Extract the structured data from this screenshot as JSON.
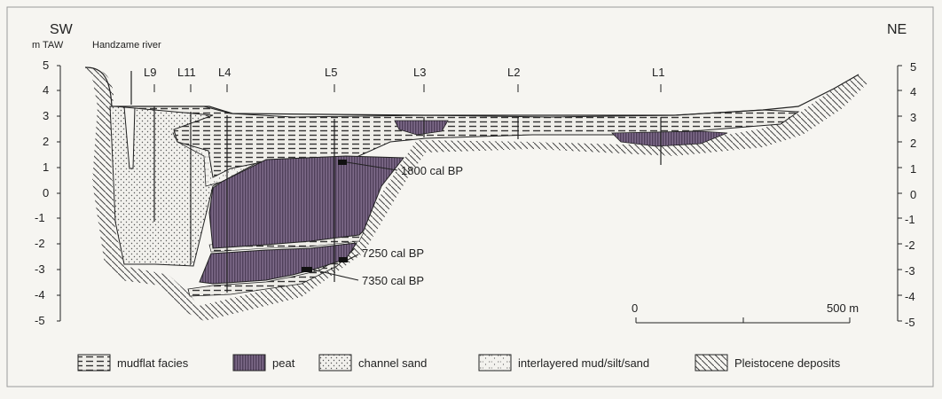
{
  "header": {
    "left_dir": "SW",
    "right_dir": "NE",
    "left_unit": "m TAW",
    "river_label": "Handzame river"
  },
  "y_axis": {
    "ticks": [
      "5",
      "4",
      "3",
      "2",
      "1",
      "0",
      "-1",
      "-2",
      "-3",
      "-4",
      "-5"
    ]
  },
  "boreholes": [
    "L9",
    "L11",
    "L4",
    "L5",
    "L3",
    "L2",
    "L1"
  ],
  "dates": [
    "1800 cal BP",
    "7250 cal BP",
    "7350 cal BP"
  ],
  "scale_bar": {
    "start": "0",
    "end": "500 m"
  },
  "legend": [
    "mudflat facies",
    "peat",
    "channel sand",
    "interlayered mud/silt/sand",
    "Pleistocene deposits"
  ],
  "colors": {
    "ink": "#222222",
    "peat": "#6e5a78",
    "paper": "#f6f5f1"
  }
}
